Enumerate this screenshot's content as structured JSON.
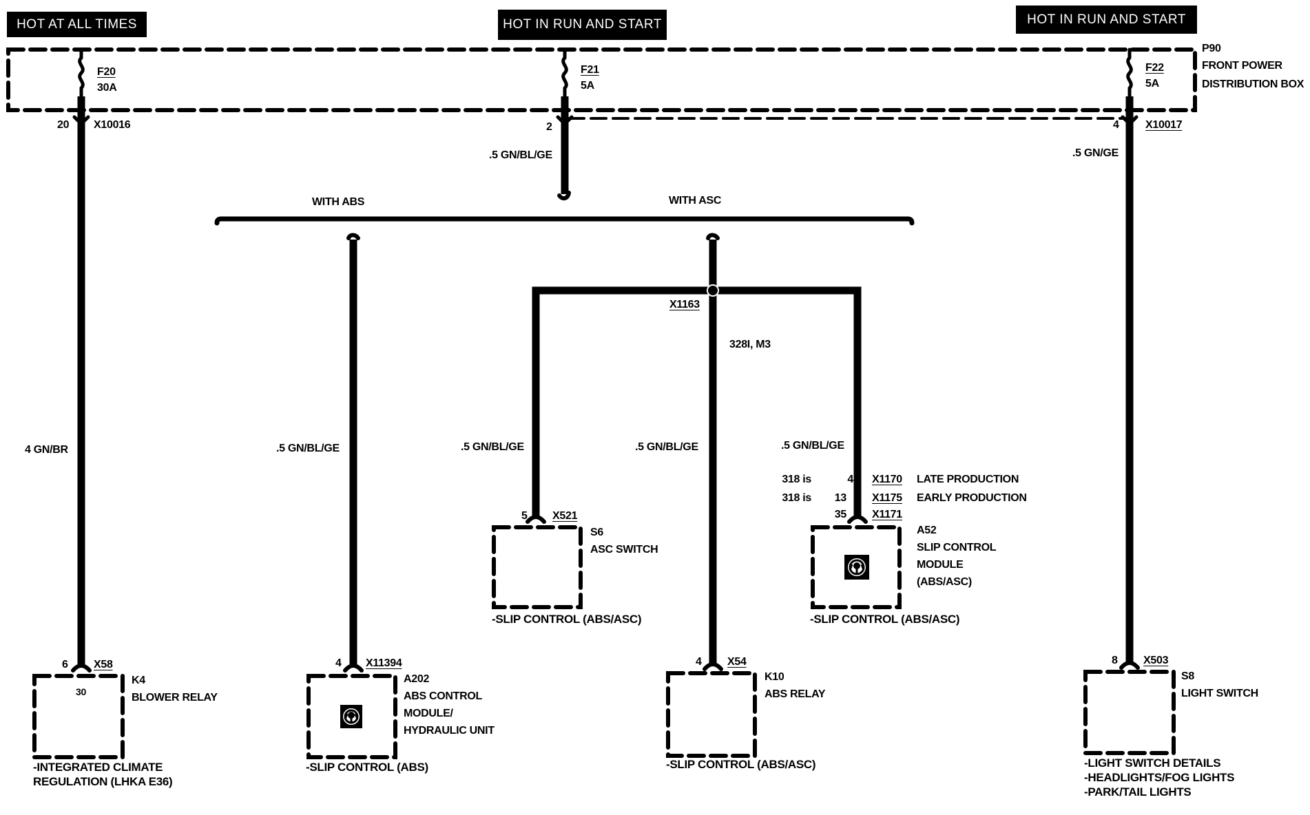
{
  "power_sources": [
    {
      "label": "HOT AT ALL TIMES"
    },
    {
      "label": "HOT IN RUN AND START"
    },
    {
      "label": "HOT IN RUN AND START"
    }
  ],
  "distribution_box": {
    "id": "P90",
    "name_line1": "FRONT POWER",
    "name_line2": "DISTRIBUTION BOX",
    "fuses": [
      {
        "id": "F20",
        "rating": "30A",
        "pin": "20",
        "connector": "X10016",
        "wire": "4 GN/BR"
      },
      {
        "id": "F21",
        "rating": "5A",
        "pin": "2",
        "connector": "",
        "wire": ".5 GN/BL/GE"
      },
      {
        "id": "F22",
        "rating": "5A",
        "pin": "4",
        "connector": "X10017",
        "wire": ".5 GN/GE"
      }
    ]
  },
  "branches": {
    "with_abs": "WITH ABS",
    "with_asc": "WITH ASC",
    "splice": "X1163",
    "variant_note": "328I, M3",
    "wire_abs": ".5 GN/BL/GE",
    "wire_s6": ".5 GN/BL/GE",
    "wire_k10": ".5 GN/BL/GE",
    "wire_a52": ".5 GN/BL/GE"
  },
  "components": {
    "k4": {
      "pin": "6",
      "connector": "X58",
      "terminal": "30",
      "id": "K4",
      "name": "BLOWER RELAY",
      "ref_line1": "-INTEGRATED CLIMATE",
      "ref_line2": "REGULATION (LHKA E36)"
    },
    "a202": {
      "pin": "4",
      "connector": "X11394",
      "id": "A202",
      "name_line1": "ABS CONTROL",
      "name_line2": "MODULE/",
      "name_line3": "HYDRAULIC UNIT",
      "ref": "-SLIP CONTROL (ABS)"
    },
    "s6": {
      "pin": "5",
      "connector": "X521",
      "id": "S6",
      "name": "ASC SWITCH",
      "ref": "-SLIP CONTROL (ABS/ASC)"
    },
    "k10": {
      "pin": "4",
      "connector": "X54",
      "id": "K10",
      "name": "ABS RELAY",
      "ref": "-SLIP CONTROL (ABS/ASC)"
    },
    "a52": {
      "pins": [
        {
          "prefix": "318 is",
          "pin": "4",
          "connector": "X1170",
          "note": "LATE PRODUCTION"
        },
        {
          "prefix": "318 is",
          "pin": "13",
          "connector": "X1175",
          "note": "EARLY PRODUCTION"
        },
        {
          "prefix": "",
          "pin": "35",
          "connector": "X1171",
          "note": ""
        }
      ],
      "id": "A52",
      "name_line1": "SLIP CONTROL",
      "name_line2": "MODULE",
      "name_line3": "(ABS/ASC)",
      "ref": "-SLIP CONTROL (ABS/ASC)"
    },
    "s8": {
      "pin": "8",
      "connector": "X503",
      "id": "S8",
      "name": "LIGHT SWITCH",
      "ref_line1": "-LIGHT SWITCH DETAILS",
      "ref_line2": "-HEADLIGHTS/FOG LIGHTS",
      "ref_line3": "-PARK/TAIL LIGHTS"
    }
  }
}
